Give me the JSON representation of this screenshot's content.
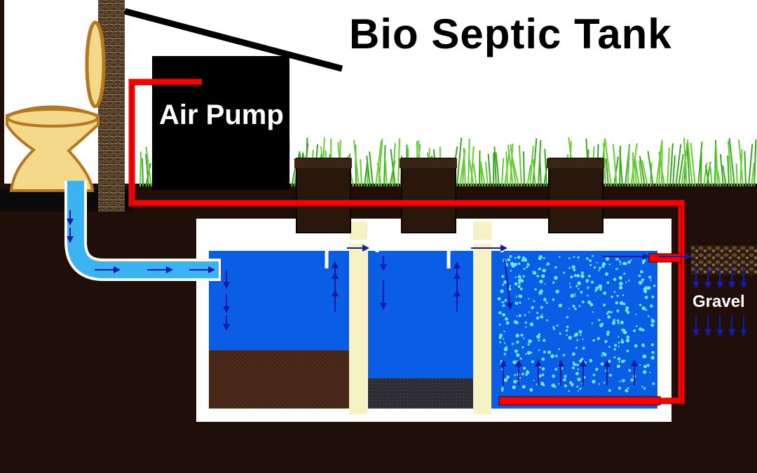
{
  "title": "Bio Septic Tank",
  "labels": {
    "air_pump": "Air Pump",
    "gravel": "Gravel"
  },
  "colors": {
    "sky": "#ffffff",
    "soil": "#1f0f08",
    "tank_wall": "#ffffff",
    "water": "#0a5ee6",
    "sludge": "#4a2a1a",
    "media": "#2a2a30",
    "partition": "#f6f2c4",
    "air_pipe": "#ff0000",
    "inlet_pipe": "#3bb3f0",
    "flow_arrow": "#1a1aa8",
    "bubble": "#6ee6e6",
    "grass": "#3aa81e",
    "pump_body": "#000000",
    "toilet": "#f5d98a",
    "brick_wall": "#3a2a1a"
  },
  "components": {
    "chamber_count": 3,
    "manholes": 3,
    "icons": [
      "toilet-icon",
      "brick-wall-icon",
      "air-pump-icon",
      "grass-icon",
      "gravel-icon"
    ]
  }
}
